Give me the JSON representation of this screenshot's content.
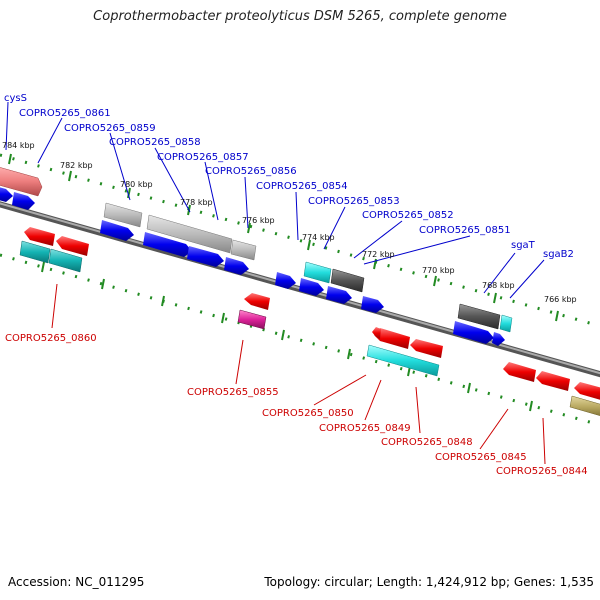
{
  "title": "Coprothermobacter proteolyticus DSM 5265, complete genome",
  "footer": {
    "accession": "Accession: NC_011295",
    "summary": "Topology: circular; Length: 1,424,912 bp; Genes: 1,535"
  },
  "colors": {
    "forward_label": "#0000cc",
    "reverse_label": "#cc0000",
    "backbone": "#888888",
    "ticks": "#228b22",
    "cds_blue": "#0000ee",
    "cds_red": "#ee0000",
    "rna_cyan": "#11cccc",
    "gray": "#aaaaaa",
    "dark_gray": "#555555",
    "pink": "#ee6688",
    "magenta": "#dd2299",
    "olive": "#b8a860"
  },
  "scale_labels": [
    {
      "text": "784 kbp",
      "kbp": 784
    },
    {
      "text": "782 kbp",
      "kbp": 782
    },
    {
      "text": "780 kbp",
      "kbp": 780
    },
    {
      "text": "778 kbp",
      "kbp": 778
    },
    {
      "text": "776 kbp",
      "kbp": 776
    },
    {
      "text": "774 kbp",
      "kbp": 774
    },
    {
      "text": "772 kbp",
      "kbp": 772
    },
    {
      "text": "770 kbp",
      "kbp": 770
    },
    {
      "text": "768 kbp",
      "kbp": 768
    },
    {
      "text": "766 kbp",
      "kbp": 766
    }
  ],
  "forward_labels": [
    {
      "text": "cysS",
      "strand": "forward"
    },
    {
      "text": "COPRO5265_0861",
      "strand": "forward"
    },
    {
      "text": "COPRO5265_0859",
      "strand": "forward"
    },
    {
      "text": "COPRO5265_0858",
      "strand": "forward"
    },
    {
      "text": "COPRO5265_0857",
      "strand": "forward"
    },
    {
      "text": "COPRO5265_0856",
      "strand": "forward"
    },
    {
      "text": "COPRO5265_0854",
      "strand": "forward"
    },
    {
      "text": "COPRO5265_0853",
      "strand": "forward"
    },
    {
      "text": "COPRO5265_0852",
      "strand": "forward"
    },
    {
      "text": "COPRO5265_0851",
      "strand": "forward"
    },
    {
      "text": "sgaT",
      "strand": "forward"
    },
    {
      "text": "sgaB2",
      "strand": "forward"
    }
  ],
  "reverse_labels": [
    {
      "text": "COPRO5265_0860",
      "strand": "reverse"
    },
    {
      "text": "COPRO5265_0855",
      "strand": "reverse"
    },
    {
      "text": "COPRO5265_0850",
      "strand": "reverse"
    },
    {
      "text": "COPRO5265_0849",
      "strand": "reverse"
    },
    {
      "text": "COPRO5265_0848",
      "strand": "reverse"
    },
    {
      "text": "COPRO5265_0845",
      "strand": "reverse"
    },
    {
      "text": "COPRO5265_0844",
      "strand": "reverse"
    }
  ]
}
